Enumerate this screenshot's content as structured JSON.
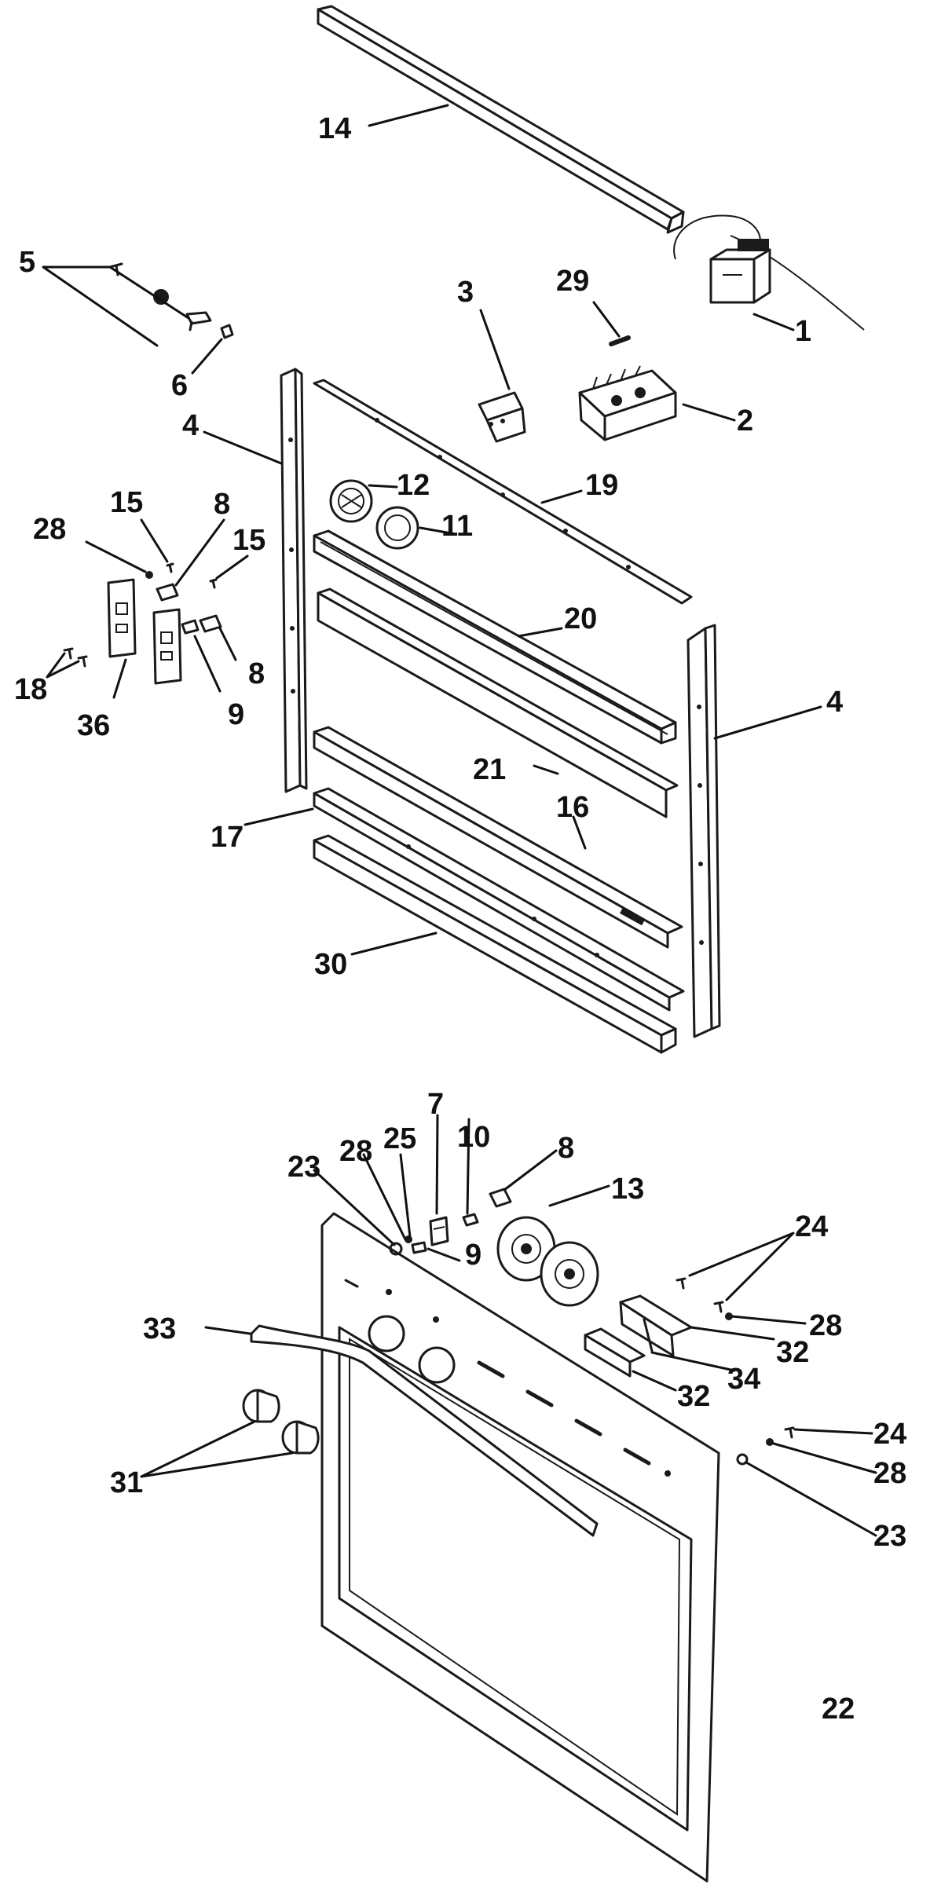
{
  "diagram": {
    "callouts": [
      {
        "id": "c14a",
        "text": "14"
      },
      {
        "id": "c1",
        "text": "1"
      },
      {
        "id": "c5",
        "text": "5"
      },
      {
        "id": "c3",
        "text": "3"
      },
      {
        "id": "c29",
        "text": "29"
      },
      {
        "id": "c6",
        "text": "6"
      },
      {
        "id": "c2",
        "text": "2"
      },
      {
        "id": "c4a",
        "text": "4"
      },
      {
        "id": "c12",
        "text": "12"
      },
      {
        "id": "c19",
        "text": "19"
      },
      {
        "id": "c15a",
        "text": "15"
      },
      {
        "id": "c8a",
        "text": "8"
      },
      {
        "id": "c28a",
        "text": "28"
      },
      {
        "id": "c15b",
        "text": "15"
      },
      {
        "id": "c11",
        "text": "11"
      },
      {
        "id": "c20",
        "text": "20"
      },
      {
        "id": "c8b",
        "text": "8"
      },
      {
        "id": "c18",
        "text": "18"
      },
      {
        "id": "c36",
        "text": "36"
      },
      {
        "id": "c9a",
        "text": "9"
      },
      {
        "id": "c4b",
        "text": "4"
      },
      {
        "id": "c21",
        "text": "21"
      },
      {
        "id": "c16",
        "text": "16"
      },
      {
        "id": "c17",
        "text": "17"
      },
      {
        "id": "c30",
        "text": "30"
      },
      {
        "id": "c7",
        "text": "7"
      },
      {
        "id": "c25",
        "text": "25"
      },
      {
        "id": "c10",
        "text": "10"
      },
      {
        "id": "c28b",
        "text": "28"
      },
      {
        "id": "c8c",
        "text": "8"
      },
      {
        "id": "c23a",
        "text": "23"
      },
      {
        "id": "c13",
        "text": "13"
      },
      {
        "id": "c9b",
        "text": "9"
      },
      {
        "id": "c24a",
        "text": "24"
      },
      {
        "id": "c33",
        "text": "33"
      },
      {
        "id": "c28c",
        "text": "28"
      },
      {
        "id": "c32a",
        "text": "32"
      },
      {
        "id": "c34",
        "text": "34"
      },
      {
        "id": "c32b",
        "text": "32"
      },
      {
        "id": "c24b",
        "text": "24"
      },
      {
        "id": "c31",
        "text": "31"
      },
      {
        "id": "c28d",
        "text": "28"
      },
      {
        "id": "c23b",
        "text": "23"
      },
      {
        "id": "c22",
        "text": "22"
      }
    ]
  }
}
